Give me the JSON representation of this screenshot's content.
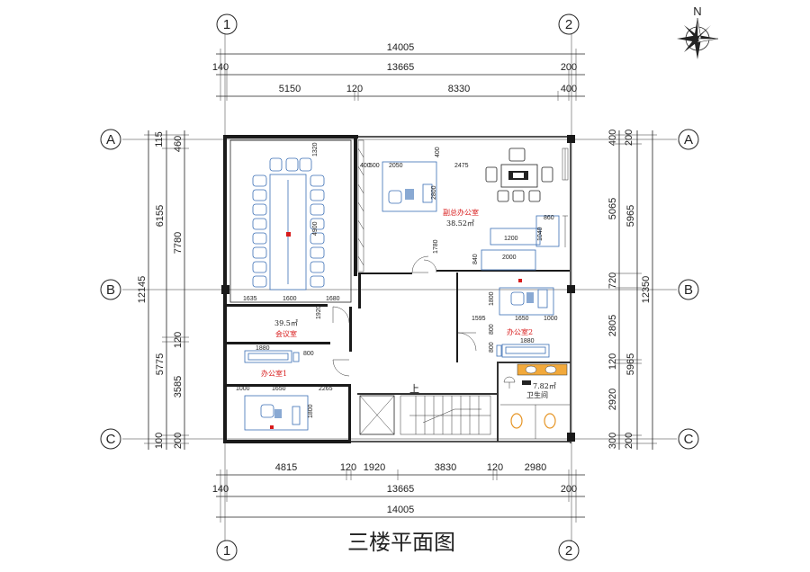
{
  "title": "三楼平面图",
  "compass": {
    "north_label": "N"
  },
  "axes": {
    "top": [
      "1",
      "2"
    ],
    "bottom": [
      "1",
      "2"
    ],
    "left": [
      "A",
      "B",
      "C"
    ],
    "right": [
      "A",
      "B",
      "C"
    ]
  },
  "dimensions": {
    "top_total": "14005",
    "top_row2": [
      "140",
      "13665",
      "200"
    ],
    "top_row3": [
      "5150",
      "120",
      "8330",
      "400"
    ],
    "bottom_row1": [
      "4815",
      "120",
      "1920",
      "3830",
      "120",
      "2980"
    ],
    "bottom_row2": [
      "140",
      "13665",
      "200"
    ],
    "bottom_total": "14005",
    "left_outer": "12145",
    "left_mid": [
      "6155",
      "5775"
    ],
    "left_inner": [
      "115",
      "460",
      "7780",
      "120",
      "3585",
      "100",
      "200"
    ],
    "right_outer": "12350",
    "right_mid": [
      "5965",
      "5965"
    ],
    "right_inner": [
      "400",
      "200",
      "5065",
      "720",
      "2805",
      "120",
      "2920",
      "300",
      "200"
    ]
  },
  "rooms": {
    "meeting": {
      "area": "39.5㎡",
      "name": "会议室"
    },
    "vp_office": {
      "name": "副总办公室",
      "area": "38.52㎡"
    },
    "office1": {
      "name": "办公室1"
    },
    "office2": {
      "name": "办公室2"
    },
    "toilet": {
      "area": "7.82㎡",
      "name": "卫生间"
    }
  },
  "stair_label": "上",
  "interior_dims": {
    "meeting_table": [
      "1320",
      "4900",
      "1635",
      "1600",
      "1680",
      "1920"
    ],
    "vp": [
      "400",
      "500",
      "2050",
      "400",
      "2475",
      "2800",
      "860",
      "1200",
      "1040",
      "840",
      "2000",
      "1780"
    ],
    "office2": [
      "1800",
      "1595",
      "1650",
      "1000",
      "800",
      "1880",
      "800"
    ],
    "office1": [
      "1880",
      "800",
      "1000",
      "1650",
      "2265",
      "1800"
    ]
  }
}
